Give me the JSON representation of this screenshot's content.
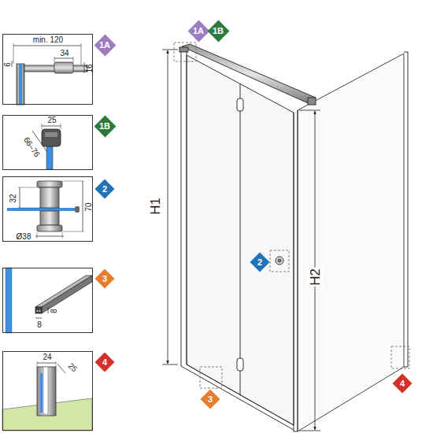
{
  "diagram": {
    "nodes": [
      {
        "text": [
          "min. 120",
          "34",
          "16",
          "6"
        ]
      },
      {
        "text": [
          "1A"
        ]
      },
      {
        "text": [
          "25",
          "66–76"
        ]
      },
      {
        "text": [
          "1B"
        ]
      },
      {
        "text": [
          "32",
          "70",
          "Ø38"
        ]
      },
      {
        "text": [
          "2"
        ]
      },
      {
        "text": [
          "8",
          "8"
        ]
      },
      {
        "text": [
          "3"
        ]
      },
      {
        "text": [
          "24",
          "25"
        ]
      },
      {
        "text": [
          "4"
        ]
      },
      {
        "text": [
          "1A"
        ]
      },
      {
        "text": [
          "1B"
        ]
      },
      {
        "text": [
          "2"
        ]
      },
      {
        "text": [
          "3"
        ]
      },
      {
        "text": [
          "4"
        ]
      }
    ],
    "labels": [
      "H1",
      "H2"
    ]
  }
}
